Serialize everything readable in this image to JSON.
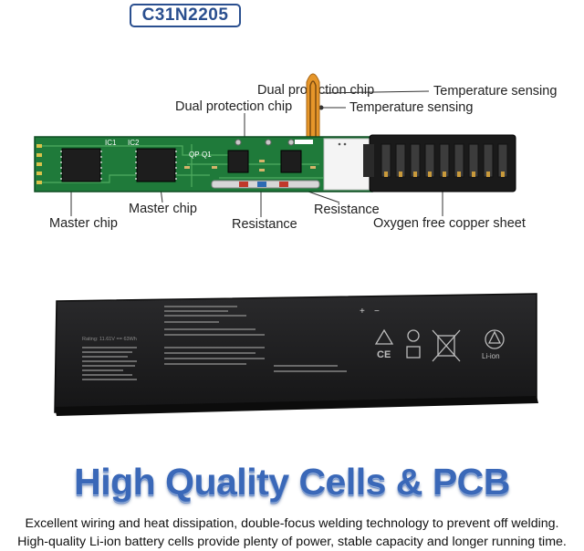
{
  "model": "C31N2205",
  "pcb_callouts": {
    "dual_protection_chip_top": "Dual protection chip",
    "temperature_sensing_top": "Temperature sensing",
    "dual_protection_chip": "Dual protection chip",
    "temperature_sensing": "Temperature sensing",
    "master_chip_left": "Master chip",
    "master_chip": "Master chip",
    "resistance_left": "Resistance",
    "resistance_right": "Resistance",
    "oxygen_free_copper_sheet": "Oxygen free copper sheet"
  },
  "pcb_markings": {
    "ic1": "IC1",
    "ic2": "IC2",
    "q1": "Q1",
    "qp": "QP"
  },
  "battery_label": {
    "rating": "Rating: 11.61V == 63Wh",
    "symbols": [
      "+",
      "−"
    ]
  },
  "icons": [
    "ce-mark-icon",
    "caution-triangle-icon",
    "recycle-5-icon",
    "crossed-bin-icon",
    "li-ion-recycle-icon",
    "fragile-icon"
  ],
  "li_ion_text": "Li-ion",
  "headline": "High Quality Cells & PCB",
  "description_lines": [
    "Excellent wiring and heat dissipation, double-focus welding technology to prevent off welding.",
    "High-quality Li-ion battery cells provide plenty of power, stable capacity and longer running time."
  ],
  "colors": {
    "brand_blue": "#2a4f8f",
    "headline_blue": "#3a68b8",
    "pcb_green": "#1f7a3a",
    "battery_black": "#1c1c1e"
  }
}
